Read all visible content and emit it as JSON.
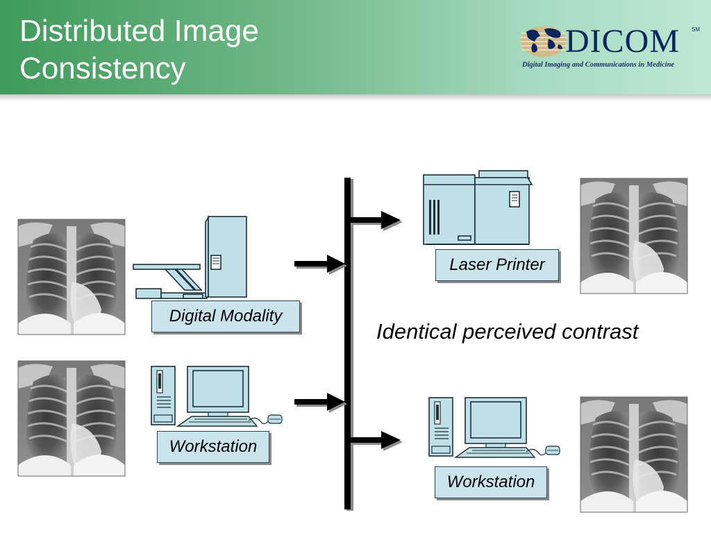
{
  "slide": {
    "title_line1": "Distributed Image",
    "title_line2": "Consistency"
  },
  "logo": {
    "word": "DICOM",
    "sm": "SM",
    "tagline": "Digital Imaging and Communications in Medicine"
  },
  "devices": {
    "modality": "Digital Modality",
    "workstation_left": "Workstation",
    "laser_printer": "Laser Printer",
    "workstation_right": "Workstation"
  },
  "caption": "Identical perceived contrast",
  "colors": {
    "header_green": "#3f9a5b",
    "header_light": "#bfe8d3",
    "device_fill": "#bfe0e6",
    "logo_navy": "#0b2560"
  }
}
